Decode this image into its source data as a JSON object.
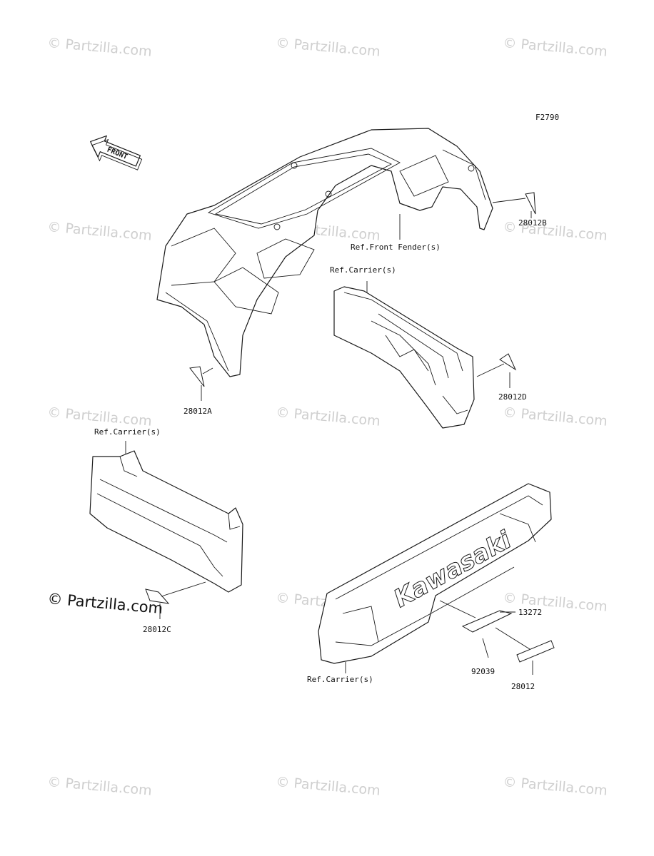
{
  "figure_code": "F2790",
  "watermark_text": "© Partzilla.com",
  "watermark_emphasized": "© Partzilla.com",
  "front_arrow_label": "FRONT",
  "brand_logo_text": "Kawasaki",
  "callouts": {
    "ref_front_fender": "Ref.Front Fender(s)",
    "ref_carrier_mid": "Ref.Carrier(s)",
    "ref_carrier_left": "Ref.Carrier(s)",
    "ref_carrier_bottom": "Ref.Carrier(s)",
    "p28012B": "28012B",
    "p28012A": "28012A",
    "p28012D": "28012D",
    "p28012C": "28012C",
    "p13272": "13272",
    "p92039": "92039",
    "p28012": "28012"
  }
}
